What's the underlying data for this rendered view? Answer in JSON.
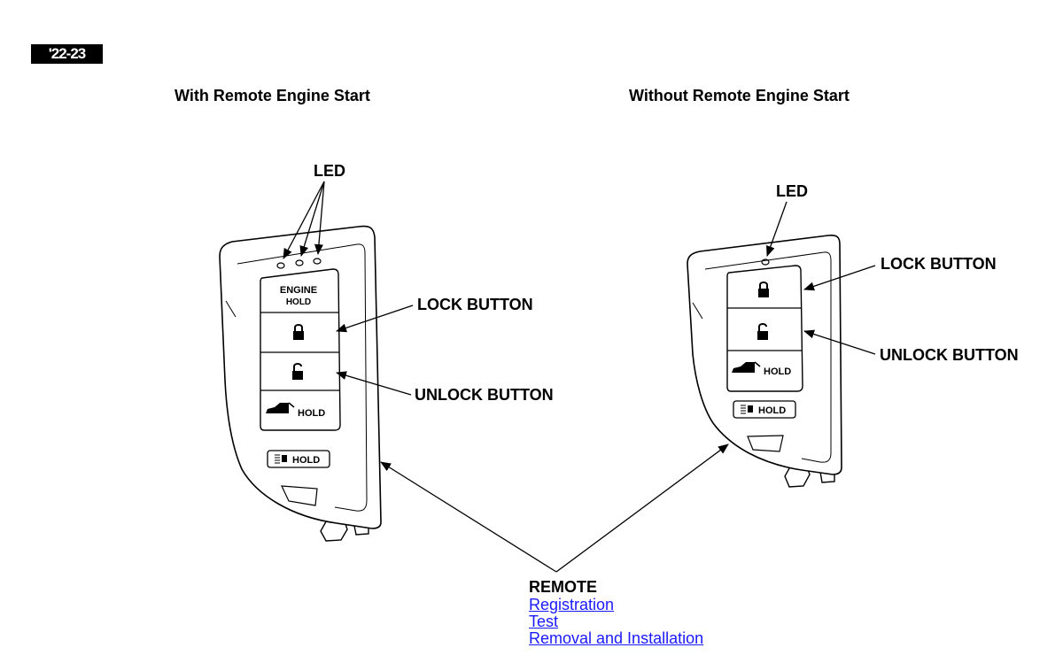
{
  "badge": {
    "year_range": "'22-23"
  },
  "variants": {
    "with_remote_start": {
      "heading": "With Remote Engine Start",
      "engine_button": {
        "line1": "ENGINE",
        "line2": "HOLD"
      },
      "hatch_button_label": "HOLD",
      "panic_button_label": "HOLD"
    },
    "without_remote_start": {
      "heading": "Without Remote Engine Start",
      "hatch_button_label": "HOLD",
      "panic_button_label": "HOLD"
    }
  },
  "callouts": {
    "led_left": "LED",
    "led_right": "LED",
    "lock_left": "LOCK BUTTON",
    "unlock_left": "UNLOCK BUTTON",
    "lock_right": "LOCK BUTTON",
    "unlock_right": "UNLOCK BUTTON"
  },
  "remote": {
    "title": "REMOTE",
    "links": [
      "Registration",
      "Test",
      "Removal and Installation"
    ]
  },
  "icons": [
    "lock-closed-icon",
    "lock-open-icon",
    "tailgate-car-icon",
    "panic-light-icon",
    "arrow-icon"
  ]
}
